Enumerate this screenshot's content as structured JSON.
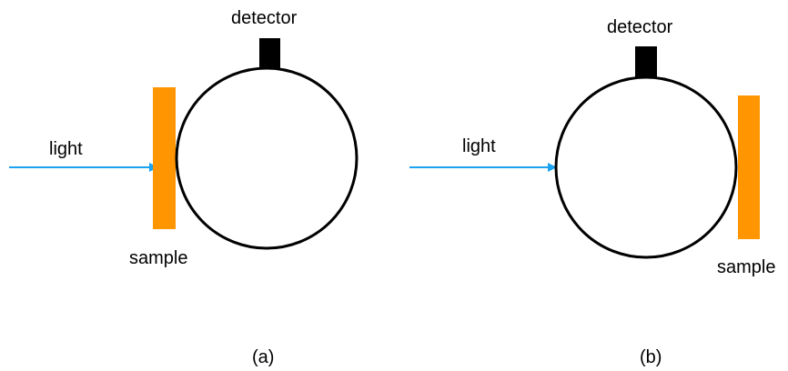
{
  "colors": {
    "light_beam": "#1aa3f0",
    "sample": "#ff9500",
    "detector": "#000000",
    "sphere_stroke": "#000000",
    "background": "#ffffff"
  },
  "panel_a": {
    "caption": "(a)",
    "light_label": "light",
    "detector_label": "detector",
    "sample_label": "sample"
  },
  "panel_b": {
    "caption": "(b)",
    "light_label": "light",
    "detector_label": "detector",
    "sample_label": "sample"
  }
}
